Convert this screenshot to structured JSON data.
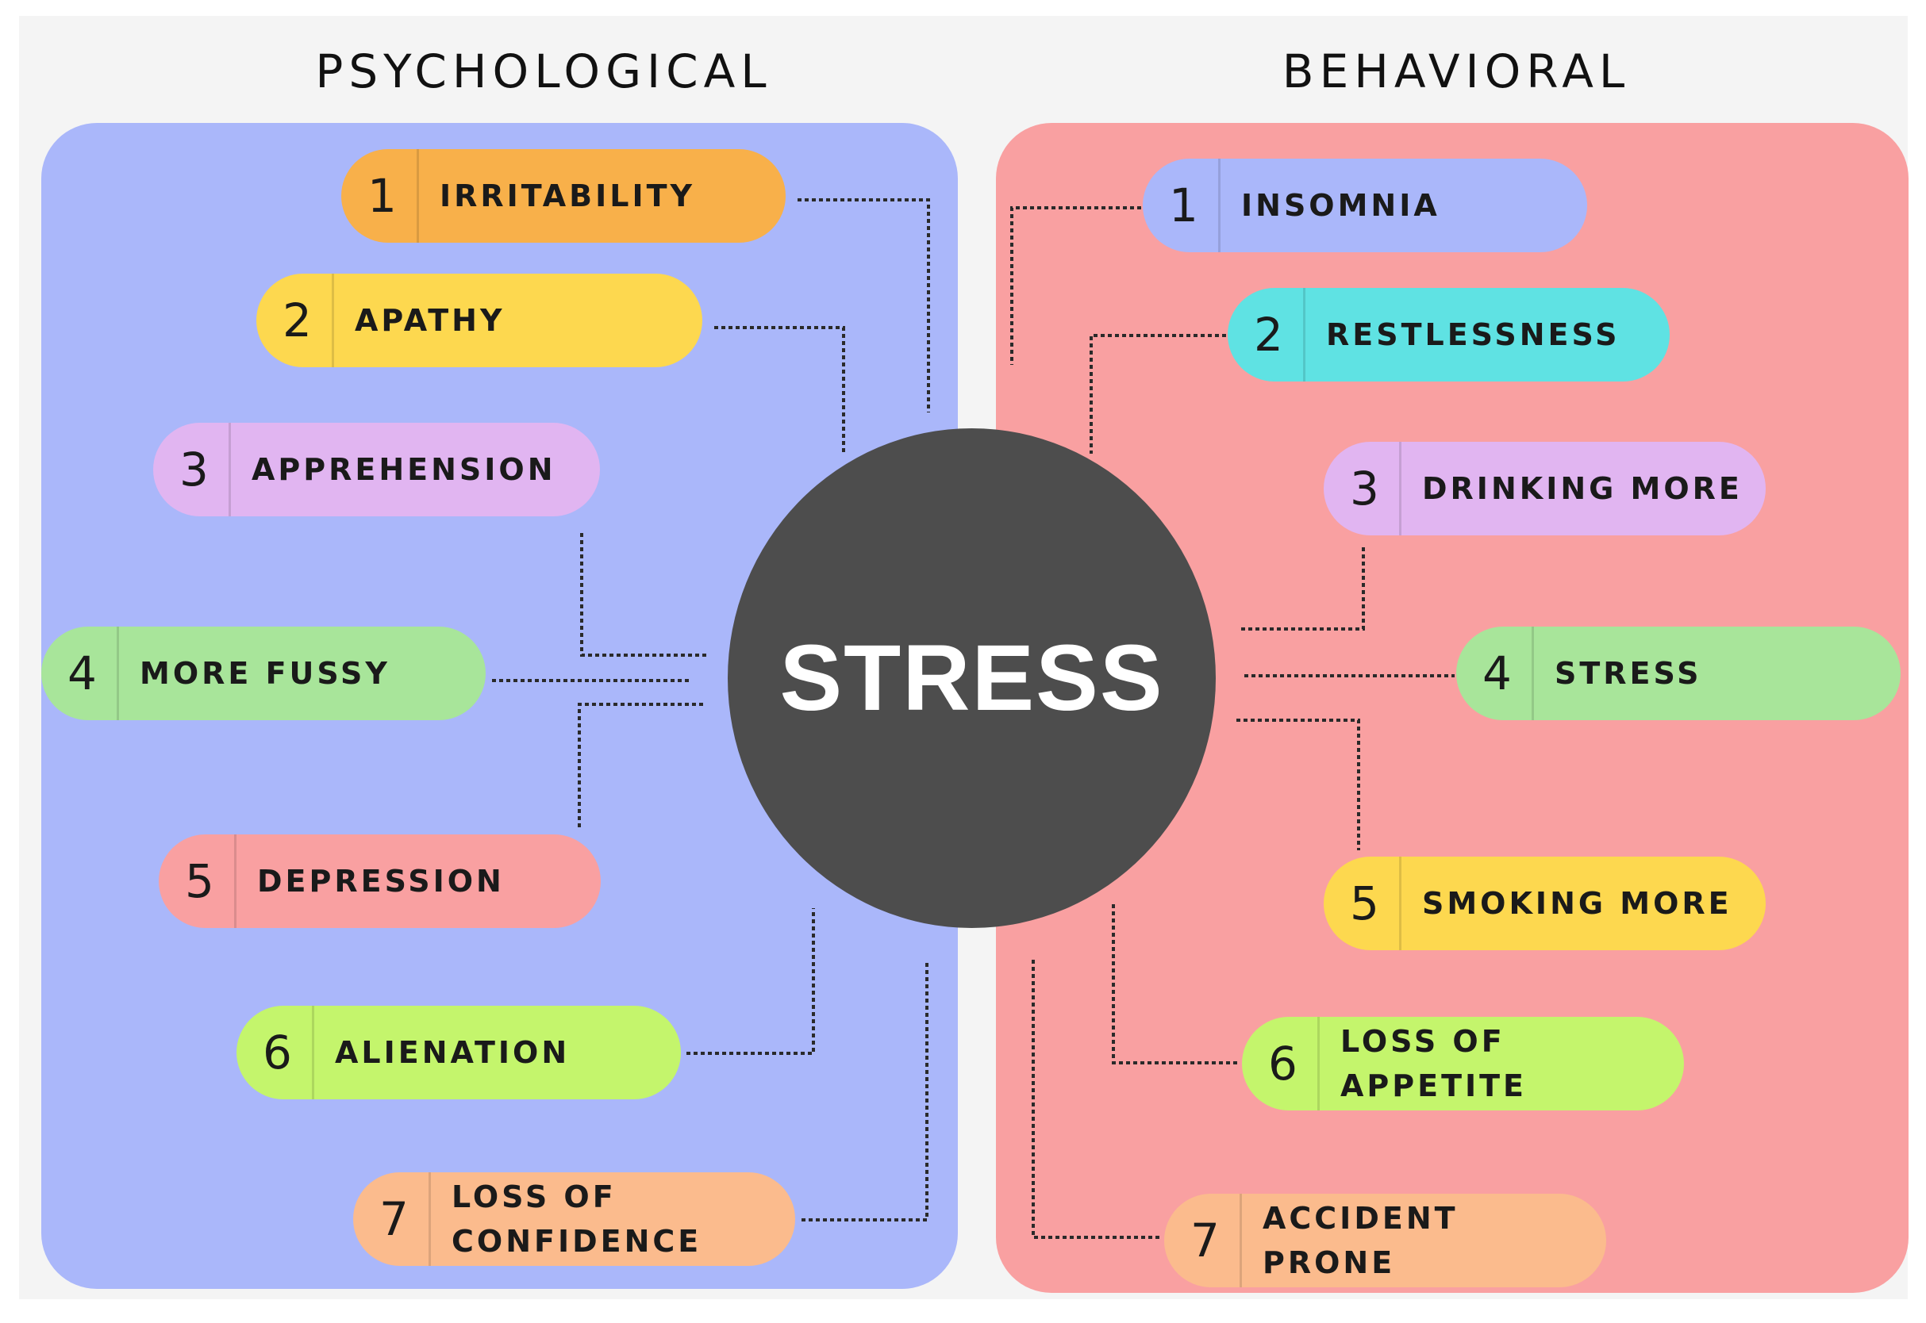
{
  "headings": {
    "left": "PSYCHOLOGICAL",
    "right": "BEHAVIORAL"
  },
  "center": {
    "label": "STRESS",
    "color": "#4d4d4d"
  },
  "colors": {
    "left_panel": "#aab7fa",
    "right_panel": "#f9a0a1"
  },
  "psychological": [
    {
      "number": "1",
      "label": "IRRITABILITY",
      "color": "#f8b04a"
    },
    {
      "number": "2",
      "label": "APATHY",
      "color": "#fdd84f"
    },
    {
      "number": "3",
      "label": "APPREHENSION",
      "color": "#e1b5f1"
    },
    {
      "number": "4",
      "label": "MORE FUSSY",
      "color": "#a8e59a"
    },
    {
      "number": "5",
      "label": "DEPRESSION",
      "color": "#f9a0a1"
    },
    {
      "number": "6",
      "label": "ALIENATION",
      "color": "#c4f56c"
    },
    {
      "number": "7",
      "label": "LOSS OF\nCONFIDENCE",
      "color": "#fbbb8d"
    }
  ],
  "behavioral": [
    {
      "number": "1",
      "label": "INSOMNIA",
      "color": "#aab7fa"
    },
    {
      "number": "2",
      "label": "RESTLESSNESS",
      "color": "#5fe2e3"
    },
    {
      "number": "3",
      "label": "DRINKING MORE",
      "color": "#e1b5f1"
    },
    {
      "number": "4",
      "label": "STRESS",
      "color": "#a8e59a"
    },
    {
      "number": "5",
      "label": "SMOKING MORE",
      "color": "#fdd84f"
    },
    {
      "number": "6",
      "label": "LOSS OF\nAPPETITE",
      "color": "#c4f56c"
    },
    {
      "number": "7",
      "label": "ACCIDENT\nPRONE",
      "color": "#fbbb8d"
    }
  ]
}
